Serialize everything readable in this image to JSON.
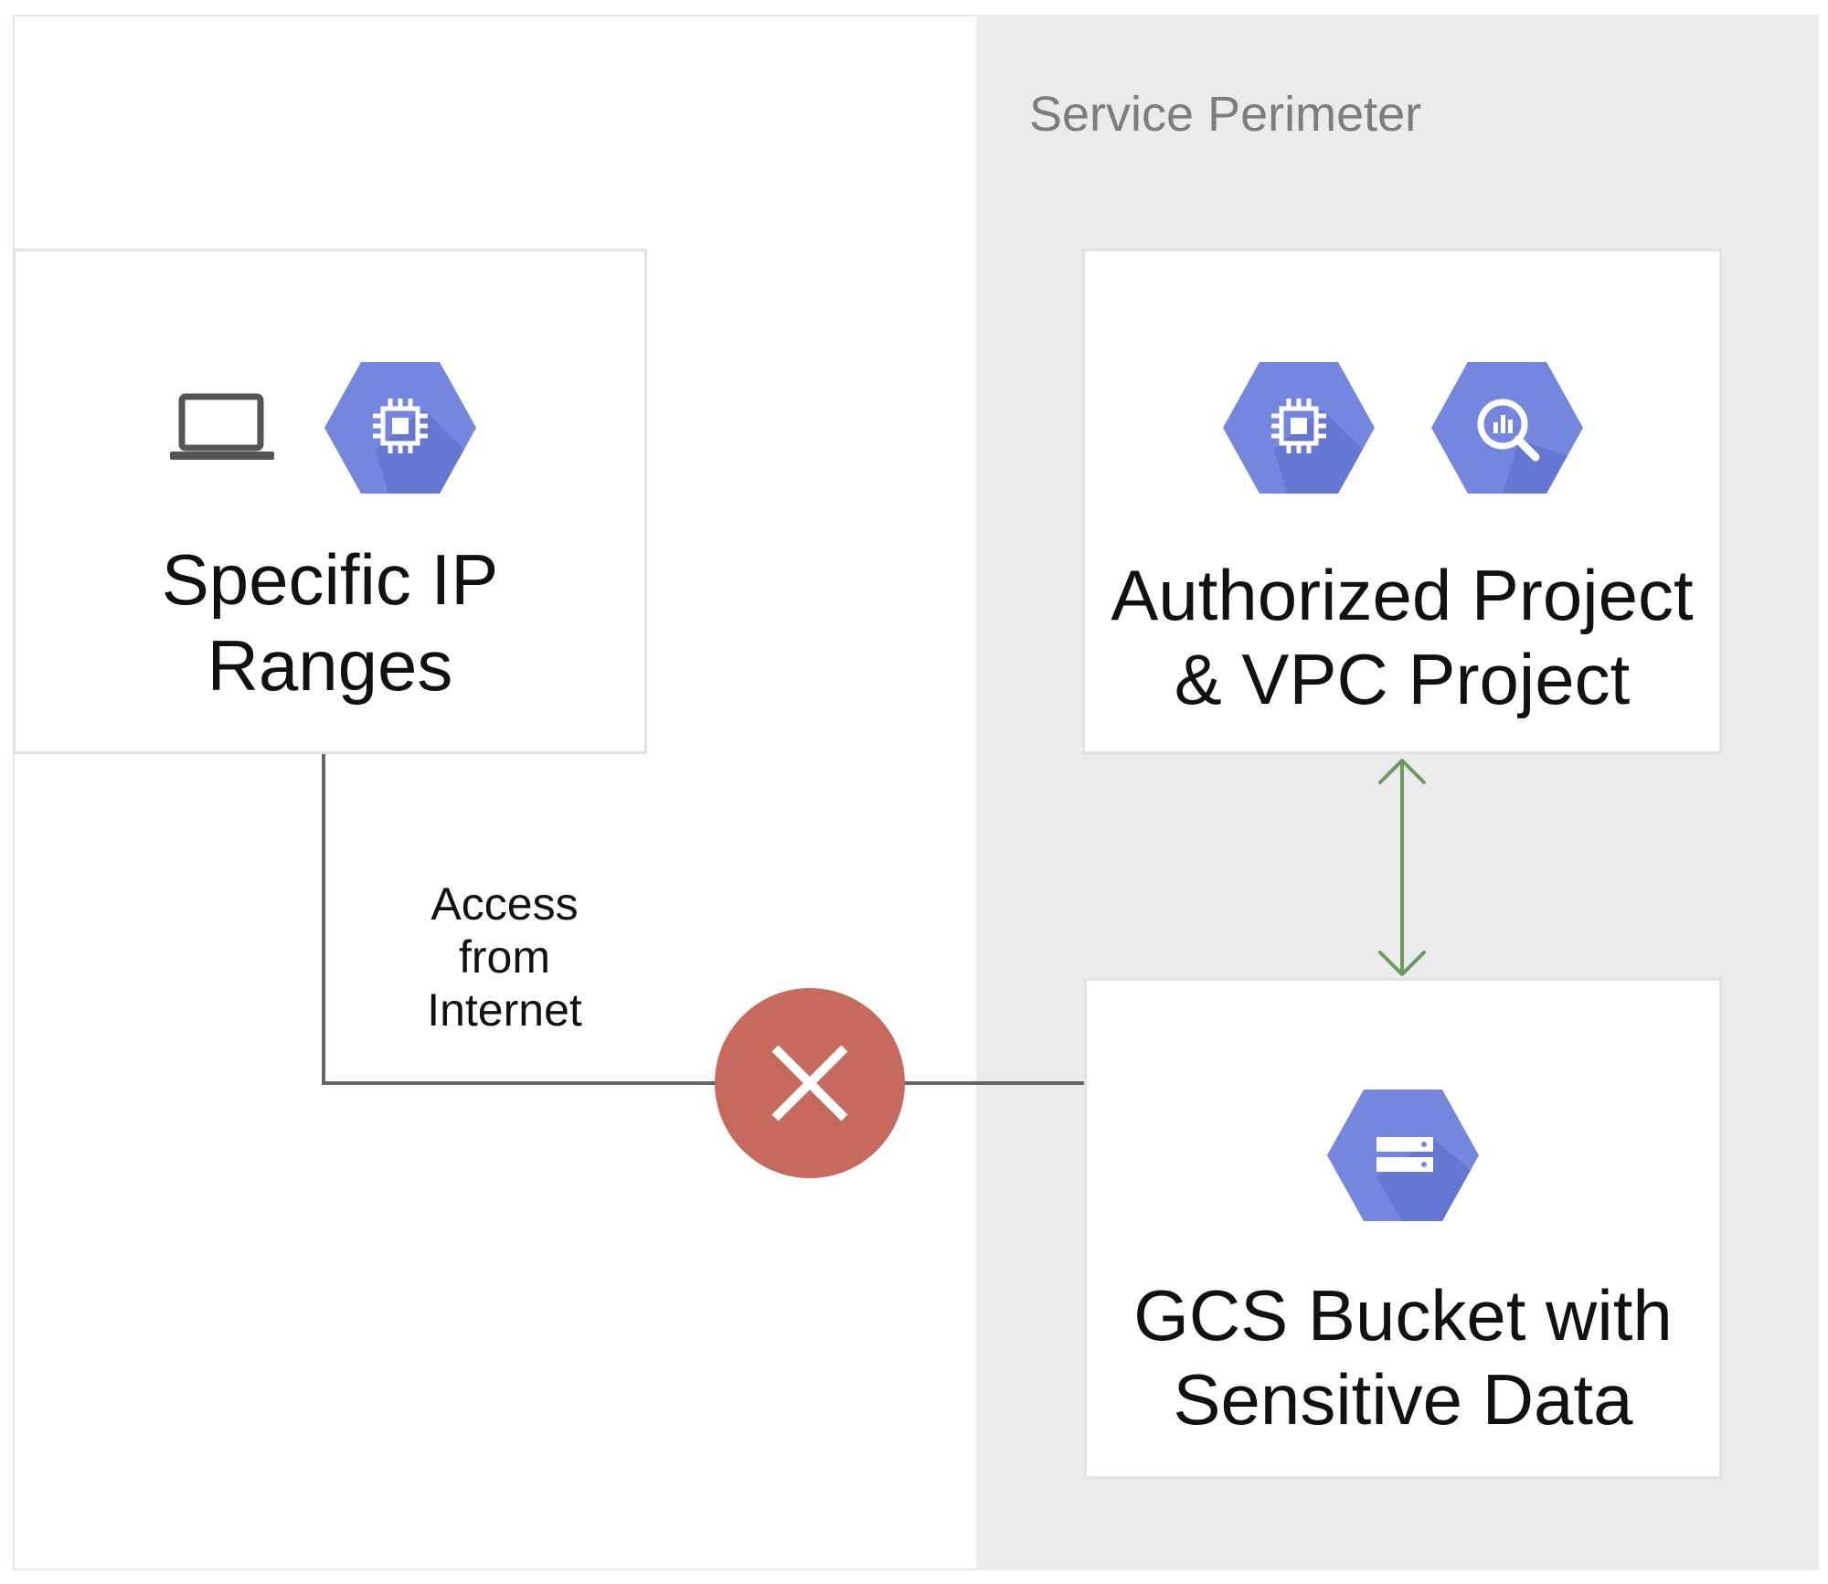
{
  "perimeter": {
    "label": "Service Perimeter",
    "background": "#ebebee"
  },
  "nodes": {
    "ip_ranges": {
      "title": "Specific IP\nRanges",
      "icons": [
        "laptop-icon",
        "compute-engine-icon"
      ]
    },
    "authorized_project": {
      "title": "Authorized Project\n& VPC Project",
      "icons": [
        "compute-engine-icon",
        "bigquery-icon"
      ]
    },
    "gcs_bucket": {
      "title": "GCS Bucket with\nSensitive Data",
      "icons": [
        "cloud-storage-icon"
      ]
    }
  },
  "edges": {
    "internet_access": {
      "label": "Access\nfrom\nInternet",
      "status": "denied",
      "status_icon": "close-icon",
      "status_color": "#c8695d"
    },
    "authorized_access": {
      "status": "allowed",
      "arrow": "bidirectional",
      "color": "#6a9a5e"
    }
  },
  "colors": {
    "gcp_icon": "#7486de",
    "gcp_icon_shadow": "#5f73cf",
    "line": "#666666",
    "laptop": "#555555"
  }
}
